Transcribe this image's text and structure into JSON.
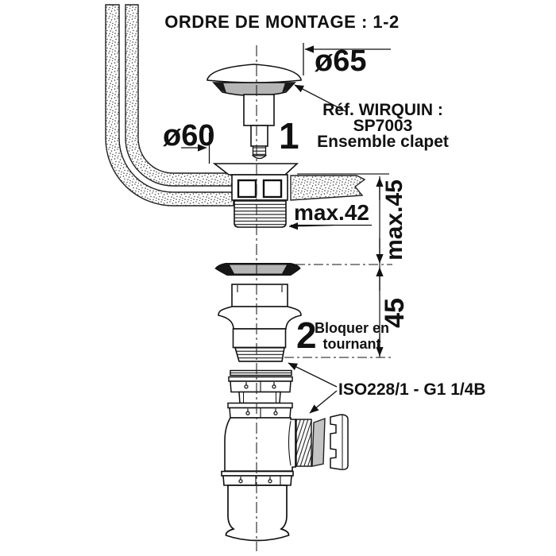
{
  "title": "ORDRE DE MONTAGE : 1-2",
  "reference": {
    "line1": "Réf. WIRQUIN :",
    "line2": "SP7003",
    "line3": "Ensemble clapet"
  },
  "dimensions": {
    "cap_diameter": "ø65",
    "flange_diameter": "ø60",
    "max_body_length": "max.42",
    "max_total_height": "max.45",
    "lower_height": "45"
  },
  "steps": {
    "step1": "1",
    "step2": "2",
    "step2_note_line1": "Bloquer en",
    "step2_note_line2": "tournant"
  },
  "thread_spec": "ISO228/1 - G1 1/4B",
  "colors": {
    "line": "#1a1a1a",
    "gray_fill": "#b5b5b5",
    "background": "#ffffff"
  }
}
